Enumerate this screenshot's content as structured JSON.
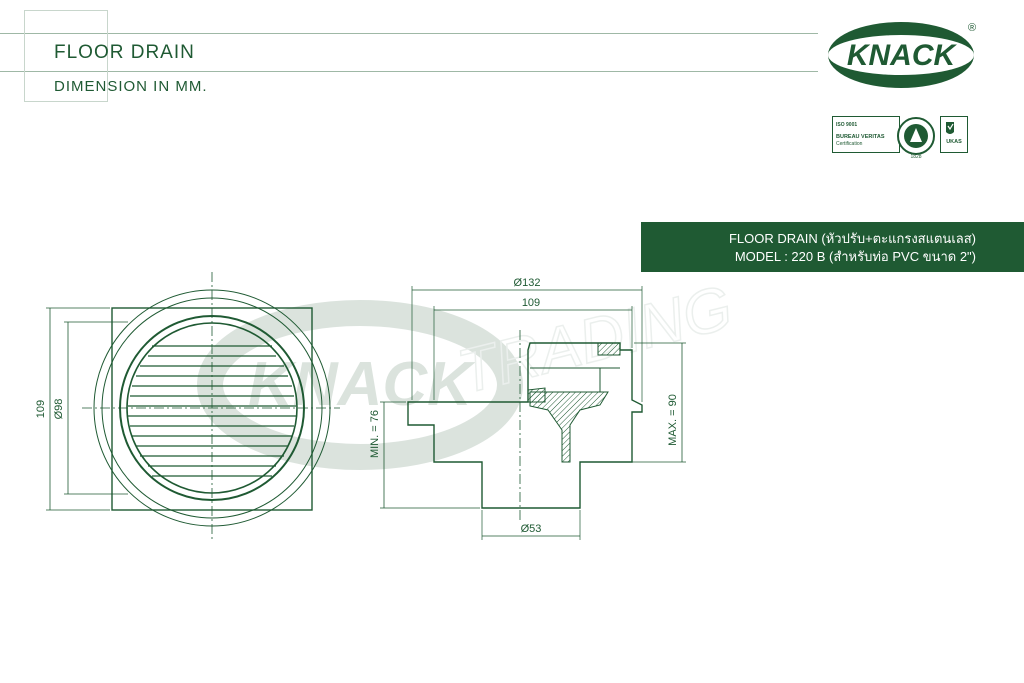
{
  "header": {
    "title": "FLOOR DRAIN",
    "subtitle": "DIMENSION IN MM."
  },
  "brand": {
    "logo_text": "KNACK",
    "registered_mark": "®",
    "watermark_text": "KNACK",
    "watermark_subtext": "TRADING",
    "color": "#1f5a33"
  },
  "certification": {
    "iso_line": "ISO 9001",
    "body_line": "BUREAU VERITAS",
    "cert_line": "Certification",
    "year": "1828",
    "ukas": "UKAS"
  },
  "product_banner": {
    "line1": "FLOOR DRAIN (หัวปรับ+ตะแกรงสแตนเลส)",
    "line2": "MODEL : 220 B (สำหรับท่อ PVC ขนาด 2\")"
  },
  "dimensions": {
    "top_view_height": "109",
    "top_view_grate_diameter": "Ø98",
    "side_overall_diameter": "Ø132",
    "side_body_width": "109",
    "side_min_height": "MIN. = 76",
    "side_max_height": "MAX. = 90",
    "side_pipe_diameter": "Ø53"
  }
}
